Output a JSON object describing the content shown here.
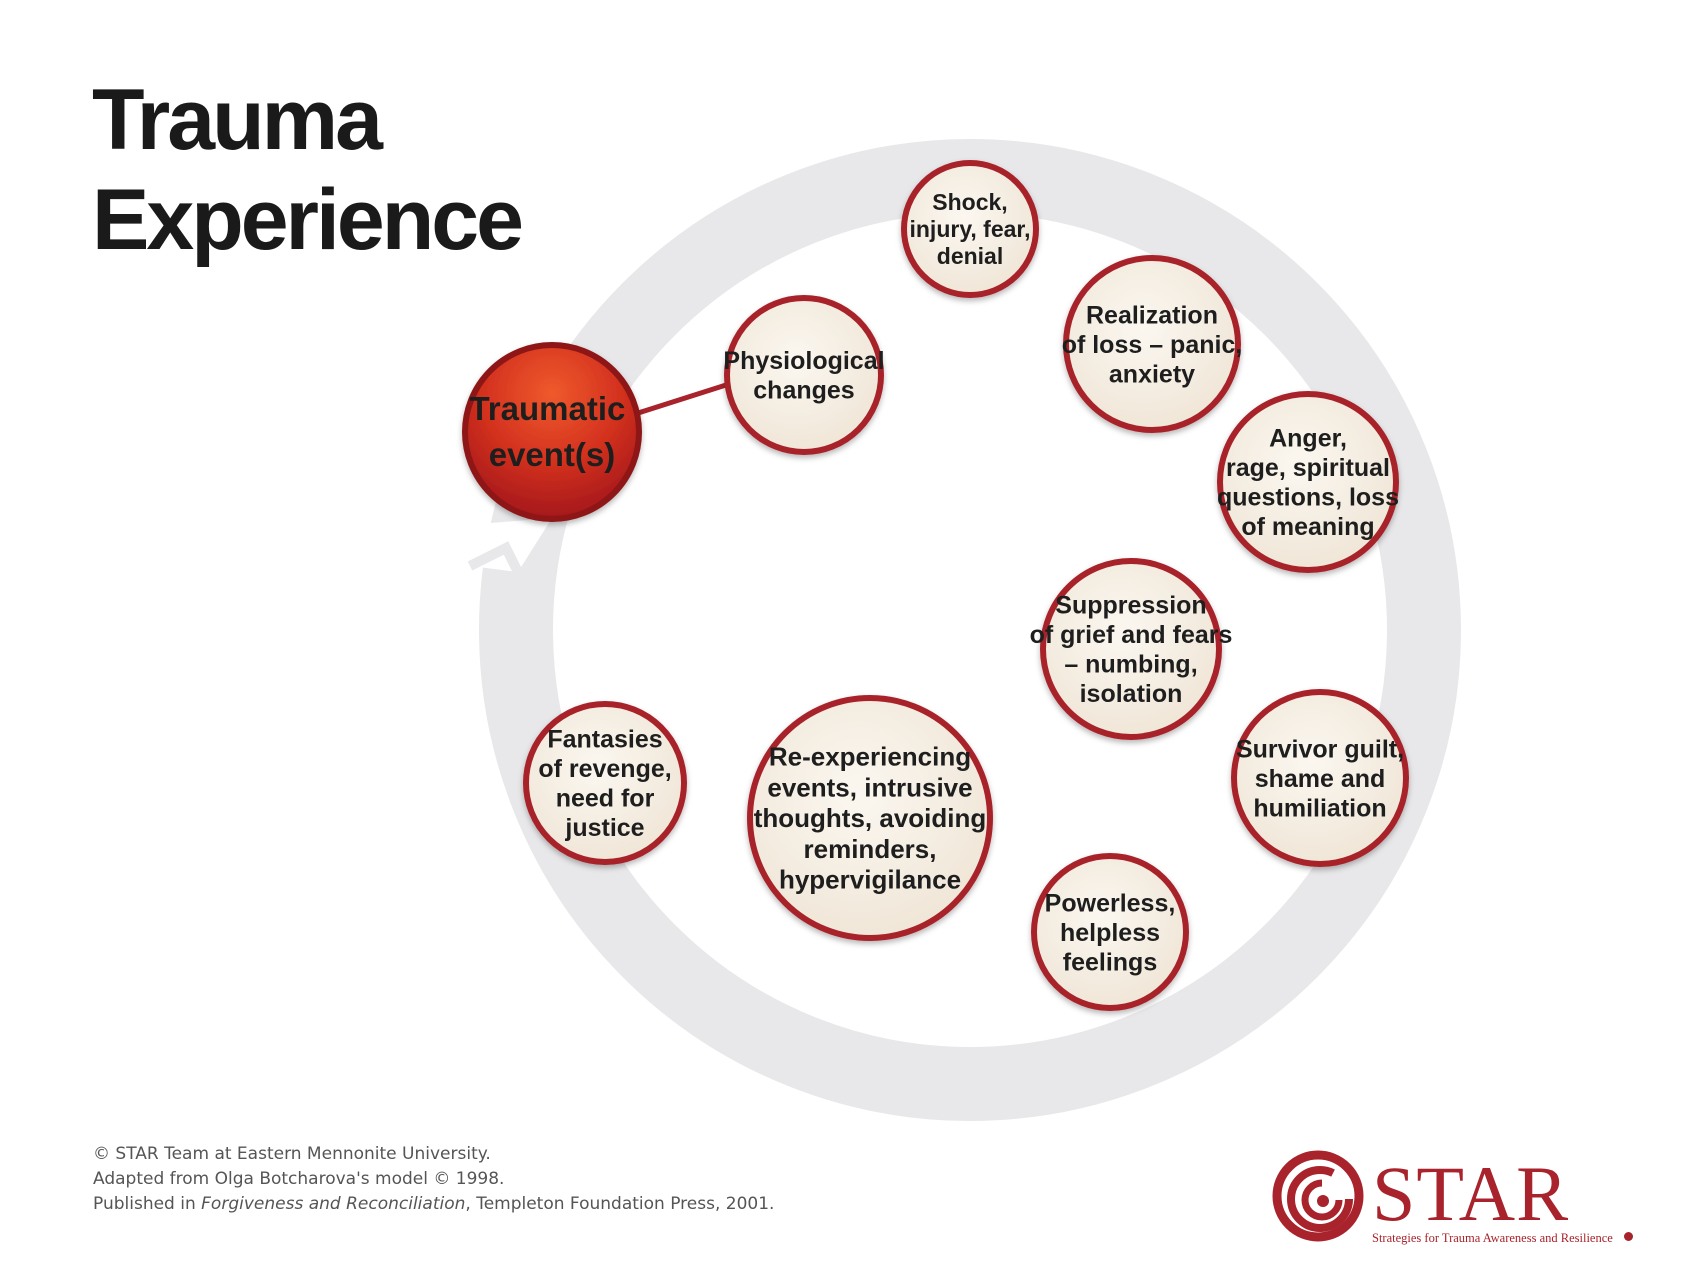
{
  "title": {
    "line1": "Trauma",
    "line2": "Experience"
  },
  "colors": {
    "ring": "#e8e8ea",
    "node_fill": "#f4ede3",
    "node_stroke": "#a8232b",
    "trigger_fill": "#c8261c",
    "connector": "#a8232b",
    "text": "#1e1e1e",
    "logo": "#a8232b"
  },
  "trigger": {
    "label": [
      "Traumatic",
      "event(s)"
    ]
  },
  "nodes": [
    {
      "id": "shock",
      "label": [
        "Shock,",
        "injury, fear,",
        "denial"
      ]
    },
    {
      "id": "realization",
      "label": [
        "Realization",
        "of loss – panic,",
        "anxiety"
      ]
    },
    {
      "id": "anger",
      "label": [
        "Anger,",
        "rage, spiritual",
        "questions, loss",
        "of meaning"
      ]
    },
    {
      "id": "suppression",
      "label": [
        "Suppression",
        "of grief and fears",
        "– numbing,",
        "isolation"
      ]
    },
    {
      "id": "survivor",
      "label": [
        "Survivor guilt,",
        "shame and",
        "humiliation"
      ]
    },
    {
      "id": "powerless",
      "label": [
        "Powerless,",
        "helpless",
        "feelings"
      ]
    },
    {
      "id": "reexperiencing",
      "label": [
        "Re-experiencing",
        "events, intrusive",
        "thoughts, avoiding",
        "reminders,",
        "hypervigilance"
      ]
    },
    {
      "id": "fantasies",
      "label": [
        "Fantasies",
        "of revenge,",
        "need for",
        "justice"
      ]
    },
    {
      "id": "physiological",
      "label": [
        "Physiological",
        "changes"
      ]
    }
  ],
  "footer": {
    "line1": "© STAR Team at Eastern Mennonite University.",
    "line2": "Adapted from Olga Botcharova's model © 1998.",
    "line3_prefix": "Published in ",
    "line3_italic": "Forgiveness and Reconciliation",
    "line3_suffix": ", Templeton Foundation Press, 2001."
  },
  "logo": {
    "word": "STAR",
    "tagline": "Strategies for Trauma Awareness and Resilience"
  }
}
